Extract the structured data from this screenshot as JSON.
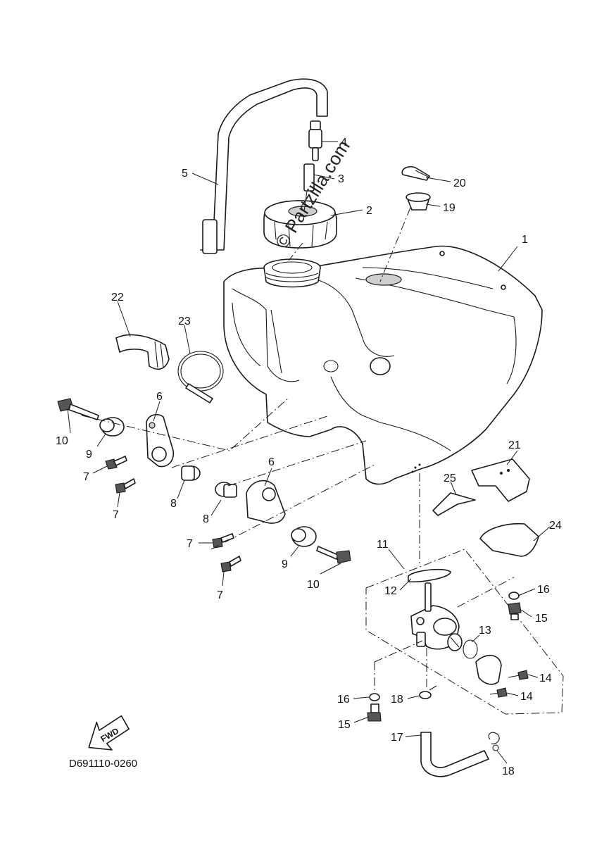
{
  "diagram": {
    "code": "D691110-0260",
    "watermark": "© Partzilla.com",
    "direction_label": "FWD"
  },
  "callouts": [
    "1",
    "2",
    "3",
    "4",
    "5",
    "6",
    "6",
    "7",
    "7",
    "7",
    "7",
    "8",
    "8",
    "9",
    "9",
    "10",
    "10",
    "11",
    "12",
    "13",
    "14",
    "14",
    "15",
    "15",
    "16",
    "16",
    "17",
    "18",
    "18",
    "19",
    "20",
    "21",
    "22",
    "23",
    "24",
    "25"
  ]
}
